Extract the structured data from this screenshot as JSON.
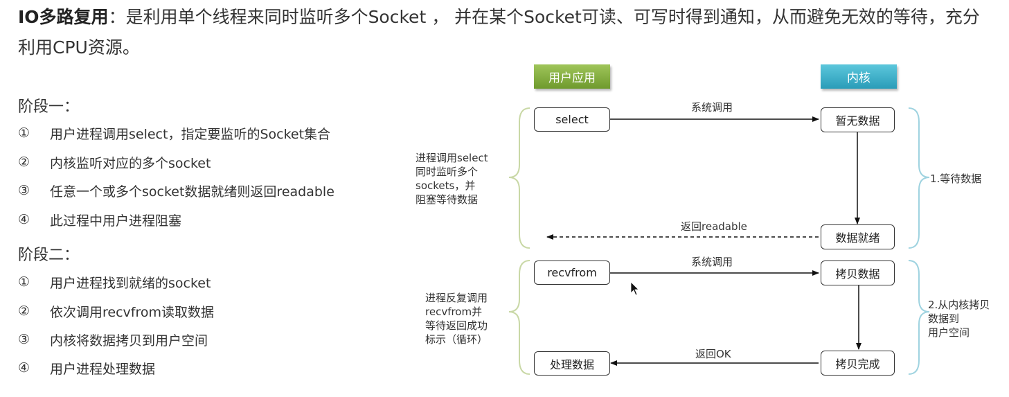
{
  "intro": {
    "term": "IO多路复用",
    "text": "：是利用单个线程来同时监听多个Socket ， 并在某个Socket可读、可写时得到通知，从而避免无效的等待，充分利用CPU资源。"
  },
  "stage1": {
    "title": "阶段一：",
    "steps": [
      {
        "num": "①",
        "text": "用户进程调用select，指定要监听的Socket集合"
      },
      {
        "num": "②",
        "text": "内核监听对应的多个socket"
      },
      {
        "num": "③",
        "text": "任意一个或多个socket数据就绪则返回readable"
      },
      {
        "num": "④",
        "text": "此过程中用户进程阻塞"
      }
    ]
  },
  "stage2": {
    "title": "阶段二：",
    "steps": [
      {
        "num": "①",
        "text": "用户进程找到就绪的socket"
      },
      {
        "num": "②",
        "text": "依次调用recvfrom读取数据"
      },
      {
        "num": "③",
        "text": "内核将数据拷贝到用户空间"
      },
      {
        "num": "④",
        "text": "用户进程处理数据"
      }
    ]
  },
  "diagram": {
    "header_user": "用户应用",
    "header_kernel": "内核",
    "box_select": "select",
    "box_no_data": "暂无数据",
    "box_data_ready": "数据就绪",
    "box_recvfrom": "recvfrom",
    "box_copy_data": "拷贝数据",
    "box_process": "处理数据",
    "box_copy_done": "拷贝完成",
    "arrow_syscall_1": "系统调用",
    "arrow_return_readable": "返回readable",
    "arrow_syscall_2": "系统调用",
    "arrow_return_ok": "返回OK",
    "left_note_1": "进程调用select\n同时监听多个\nsockets，并\n阻塞等待数据",
    "left_note_2": "进程反复调用\nrecvfrom并\n等待返回成功\n标示（循环）",
    "right_note_1": "1.等待数据",
    "right_note_2": "2.从内核拷贝\n  数据到\n  用户空间",
    "colors": {
      "user_header": "#86b03f",
      "kernel_header": "#3bb1cc",
      "brace_left": "#c9d8a6",
      "brace_right": "#9fd3e0"
    }
  }
}
